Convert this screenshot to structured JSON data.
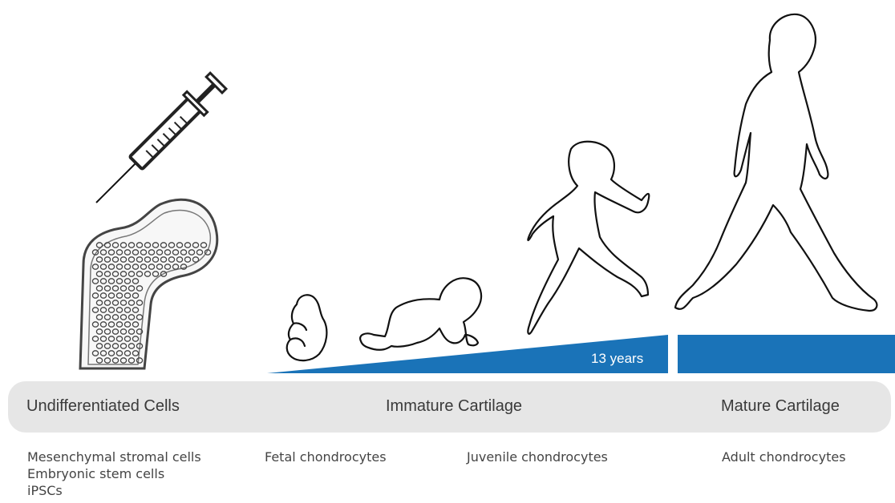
{
  "stages": [
    {
      "label": "Undifferentiated Cells",
      "cells": [
        "Mesenchymal stromal cells",
        "Embryonic stem cells",
        "iPSCs"
      ]
    },
    {
      "label": "Immature Cartilage",
      "cells": [
        "Fetal chondrocytes",
        "Juvenile chondrocytes"
      ]
    },
    {
      "label": "Mature Cartilage",
      "cells": [
        "Adult chondrocytes"
      ]
    }
  ],
  "timeline": {
    "age_label": "13 years"
  },
  "colors": {
    "accent": "#1a73b8",
    "band": "#e6e6e6"
  },
  "illustrations": [
    "syringe-icon",
    "femur-bone-icon",
    "fetus-icon",
    "crawling-baby-icon",
    "running-child-icon",
    "walking-adult-icon"
  ]
}
